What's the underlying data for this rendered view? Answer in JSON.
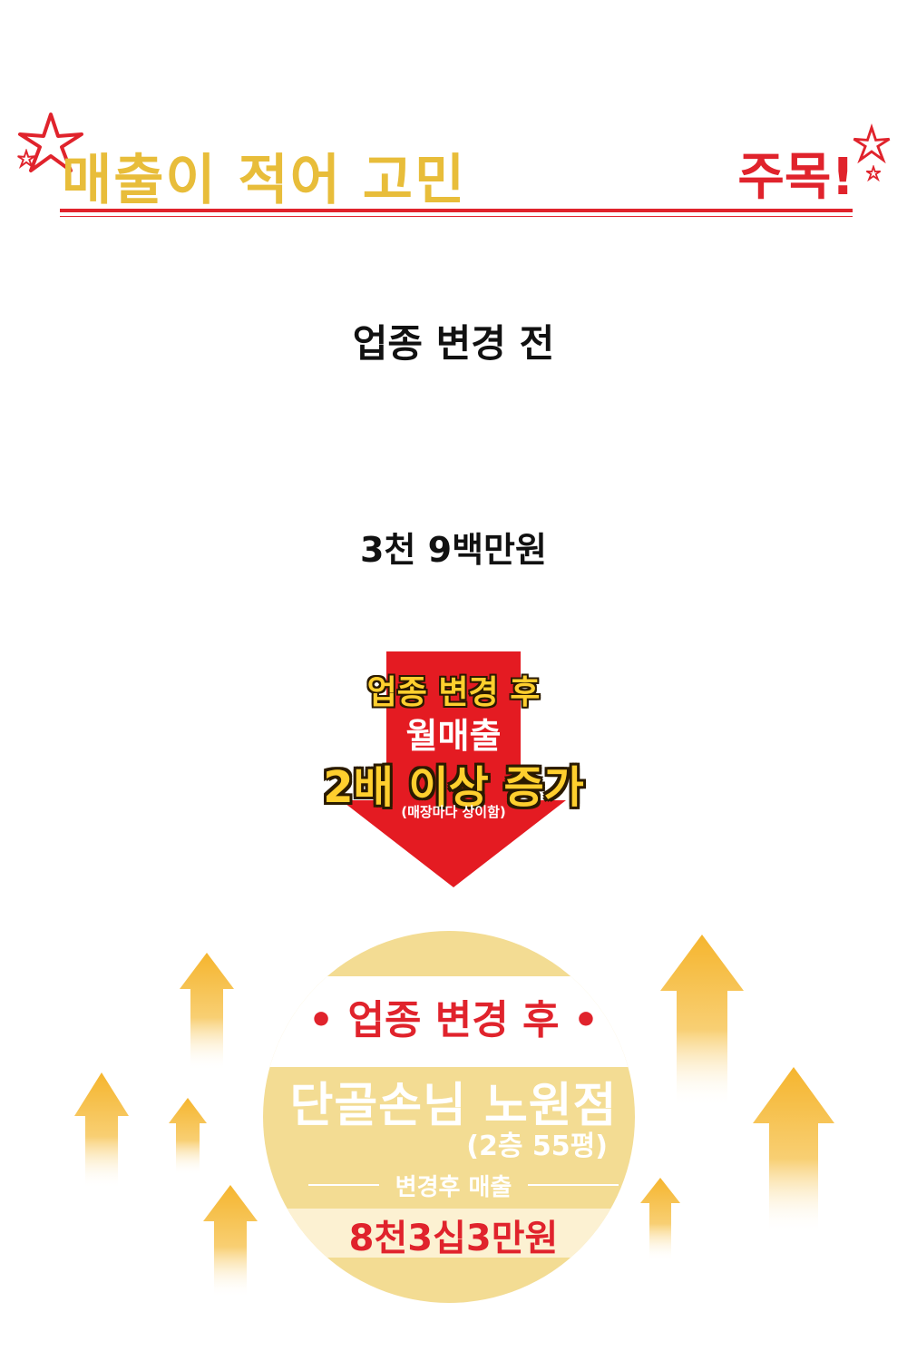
{
  "header": {
    "title_left": "매출이 적어 고민",
    "title_right": "주목!"
  },
  "before": {
    "label": "업종 변경 전",
    "value": "3천 9백만원"
  },
  "arrow": {
    "line1": "업종 변경 후",
    "line2": "월매출",
    "line3": "2배 이상 증가",
    "line4": "(매장마다 상이함)"
  },
  "after": {
    "title": "• 업종 변경 후 •",
    "store_name": "단골손님 노원점",
    "store_sub": "(2층 55평)",
    "sales_label": "변경후 매출",
    "sales_value": "8천3십3만원"
  },
  "colors": {
    "accent_red": "#e0232c",
    "accent_gold": "#e8bd3a",
    "circle_fill": "#f3dc93",
    "up_arrow": "#f5b52e"
  },
  "icons": [
    "star-icon",
    "down-arrow-icon",
    "up-arrow-icon"
  ]
}
